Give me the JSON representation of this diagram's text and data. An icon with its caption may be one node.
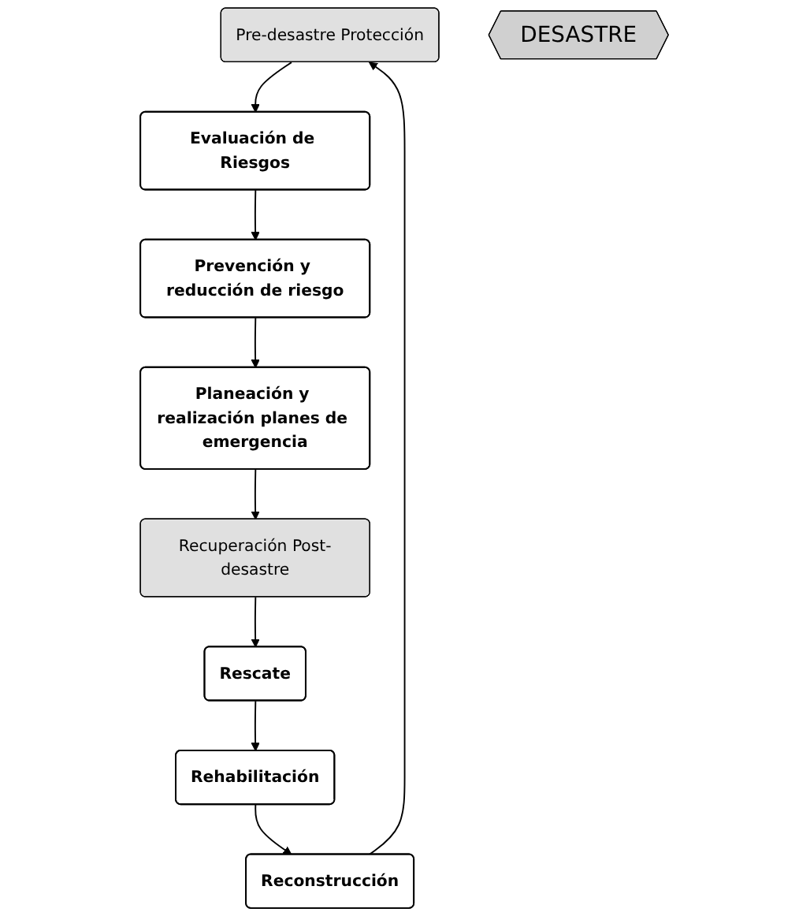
{
  "diagram": {
    "nodes": [
      {
        "text": [
          "Pre-desastre Protección"
        ]
      },
      {
        "text": [
          "Evaluación de Riesgos"
        ]
      },
      {
        "text": [
          "Prevención y reducción de riesgo"
        ]
      },
      {
        "text": [
          "Planeación y realización planes de emergencia"
        ]
      },
      {
        "text": [
          "Recuperación Post-desastre"
        ]
      },
      {
        "text": [
          "Rescate"
        ]
      },
      {
        "text": [
          "Rehabilitación"
        ]
      },
      {
        "text": [
          "Reconstrucción"
        ]
      },
      {
        "text": [
          "DESASTRE"
        ]
      }
    ],
    "edges": [
      {
        "from": 0,
        "to": 1,
        "arrow": "to"
      },
      {
        "from": 1,
        "to": 2,
        "arrow": "to"
      },
      {
        "from": 2,
        "to": 3,
        "arrow": "to"
      },
      {
        "from": 3,
        "to": 4,
        "arrow": "to"
      },
      {
        "from": 4,
        "to": 5,
        "arrow": "to"
      },
      {
        "from": 5,
        "to": 6,
        "arrow": "to"
      },
      {
        "from": 6,
        "to": 7,
        "arrow": "to"
      },
      {
        "from": 7,
        "to": 0,
        "arrow": "to"
      }
    ]
  }
}
